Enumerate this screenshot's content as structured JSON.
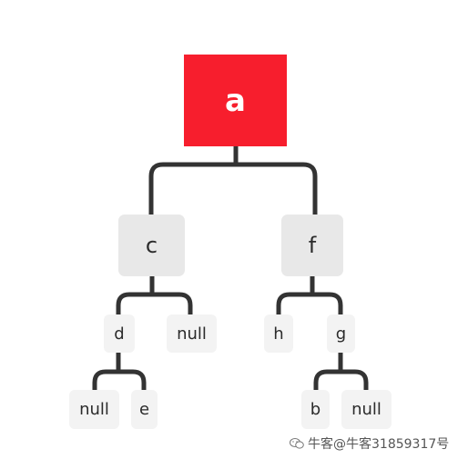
{
  "colors": {
    "root_fill": "#f71e2d",
    "node_fill": "#e8e8e8",
    "leaf_fill": "#f3f3f3",
    "edge": "#333333"
  },
  "tree": {
    "root": {
      "label": "a"
    },
    "left": {
      "label": "c",
      "left": {
        "label": "d",
        "left": {
          "label": "null"
        },
        "right": {
          "label": "e"
        }
      },
      "right": {
        "label": "null"
      }
    },
    "right": {
      "label": "f",
      "left": {
        "label": "h"
      },
      "right": {
        "label": "g",
        "left": {
          "label": "b"
        },
        "right": {
          "label": "null"
        }
      }
    }
  },
  "watermark": {
    "icon": "wechat-icon",
    "text": "牛客@牛客31859317号"
  }
}
